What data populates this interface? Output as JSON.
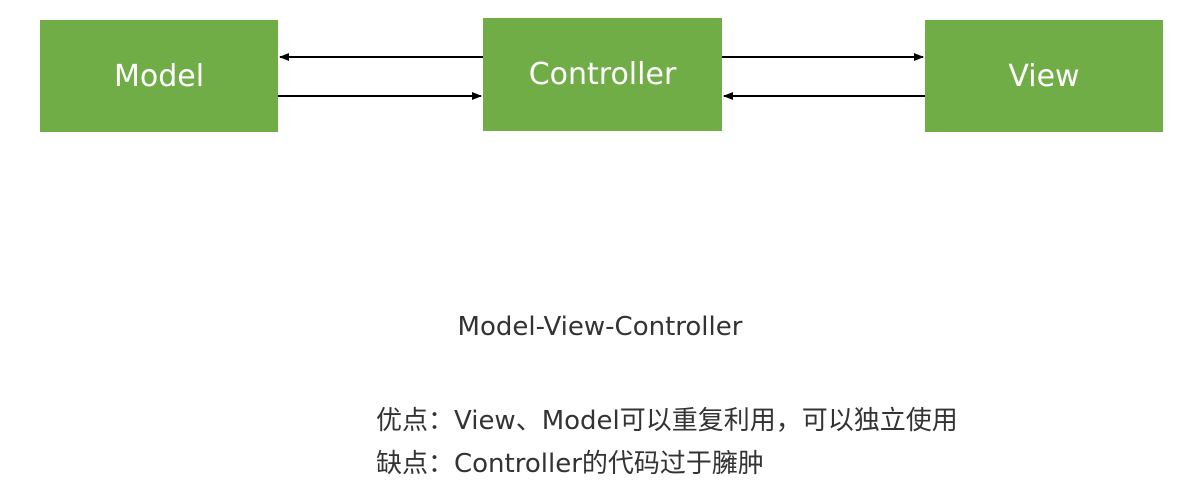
{
  "diagram": {
    "nodes": {
      "model": "Model",
      "controller": "Controller",
      "view": "View"
    },
    "edges": [
      {
        "from": "Controller",
        "to": "Model"
      },
      {
        "from": "Model",
        "to": "Controller"
      },
      {
        "from": "Controller",
        "to": "View"
      },
      {
        "from": "View",
        "to": "Controller"
      }
    ],
    "box_color": "#70ad47",
    "arrow_color": "#000000"
  },
  "caption": "Model-View-Controller",
  "notes": {
    "pros": "优点：View、Model可以重复利用，可以独立使用",
    "cons": "缺点：Controller的代码过于臃肿"
  }
}
